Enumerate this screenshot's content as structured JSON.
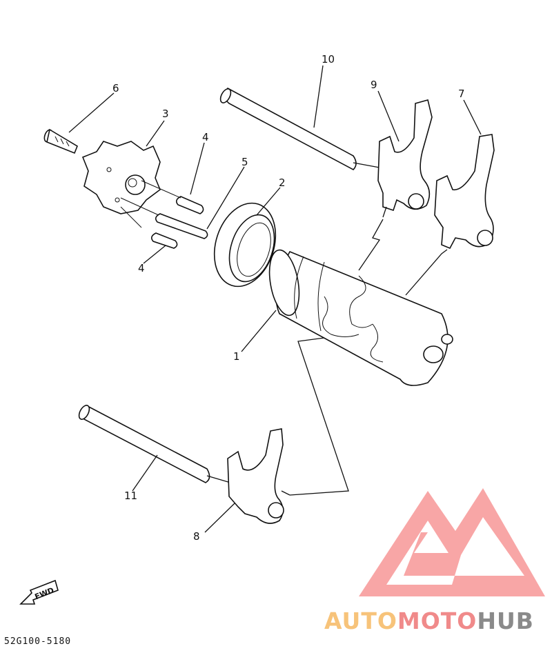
{
  "diagram": {
    "part_labels": {
      "p1": "1",
      "p2": "2",
      "p3": "3",
      "p4a": "4",
      "p4b": "4",
      "p5": "5",
      "p6": "6",
      "p7": "7",
      "p8": "8",
      "p9": "9",
      "p10": "10",
      "p11": "11"
    },
    "direction_label": "FWD",
    "drawing_code": "52G100-5180"
  },
  "watermark": {
    "word_auto": "AUTO",
    "word_moto": "MOTO",
    "word_hub": "HUB",
    "colors": {
      "auto": "#f7c37a",
      "moto": "#f08a8a",
      "hub": "#8a8a8a",
      "logo": "#f46b6b"
    }
  }
}
